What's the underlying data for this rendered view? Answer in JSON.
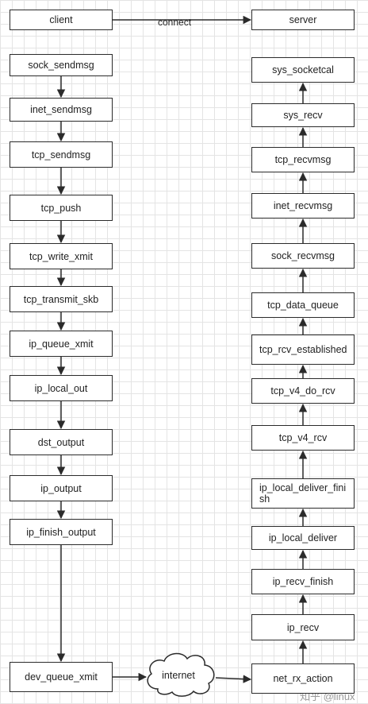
{
  "client_chain": [
    {
      "id": "client",
      "label": "client"
    },
    {
      "id": "sock-sendmsg",
      "label": "sock_sendmsg"
    },
    {
      "id": "inet-sendmsg",
      "label": "inet_sendmsg"
    },
    {
      "id": "tcp-sendmsg",
      "label": "tcp_sendmsg"
    },
    {
      "id": "tcp-push",
      "label": "tcp_push"
    },
    {
      "id": "tcp-write-xmit",
      "label": "tcp_write_xmit"
    },
    {
      "id": "tcp-transmit-skb",
      "label": "tcp_transmit_skb"
    },
    {
      "id": "ip-queue-xmit",
      "label": "ip_queue_xmit"
    },
    {
      "id": "ip-local-out",
      "label": "ip_local_out"
    },
    {
      "id": "dst-output",
      "label": "dst_output"
    },
    {
      "id": "ip-output",
      "label": "ip_output"
    },
    {
      "id": "ip-finish-output",
      "label": "ip_finish_output"
    },
    {
      "id": "dev-queue-xmit",
      "label": "dev_queue_xmit"
    }
  ],
  "server_chain": [
    {
      "id": "server",
      "label": "server"
    },
    {
      "id": "sys-socketcal",
      "label": "sys_socketcal"
    },
    {
      "id": "sys-recv",
      "label": "sys_recv"
    },
    {
      "id": "tcp-recvmsg",
      "label": "tcp_recvmsg"
    },
    {
      "id": "inet-recvmsg",
      "label": "inet_recvmsg"
    },
    {
      "id": "sock-recvmsg",
      "label": "sock_recvmsg"
    },
    {
      "id": "tcp-data-queue",
      "label": "tcp_data_queue"
    },
    {
      "id": "tcp-rcv-established",
      "label": "tcp_rcv_established"
    },
    {
      "id": "tcp-v4-do-rcv",
      "label": "tcp_v4_do_rcv"
    },
    {
      "id": "tcp-v4-rcv",
      "label": "tcp_v4_rcv"
    },
    {
      "id": "ip-local-deliver-finish",
      "label": "ip_local_deliver_finish"
    },
    {
      "id": "ip-local-deliver",
      "label": "ip_local_deliver"
    },
    {
      "id": "ip-recv-finish",
      "label": "ip_recv_finish"
    },
    {
      "id": "ip-recv",
      "label": "ip_recv"
    },
    {
      "id": "net-rx-action",
      "label": "net_rx_action"
    }
  ],
  "connect_label": "connect",
  "internet_label": "internet",
  "watermark": "知乎 @linux",
  "colors": {
    "stroke": "#2b2b2b",
    "grid": "#e4e4e4",
    "text": "#222222"
  }
}
